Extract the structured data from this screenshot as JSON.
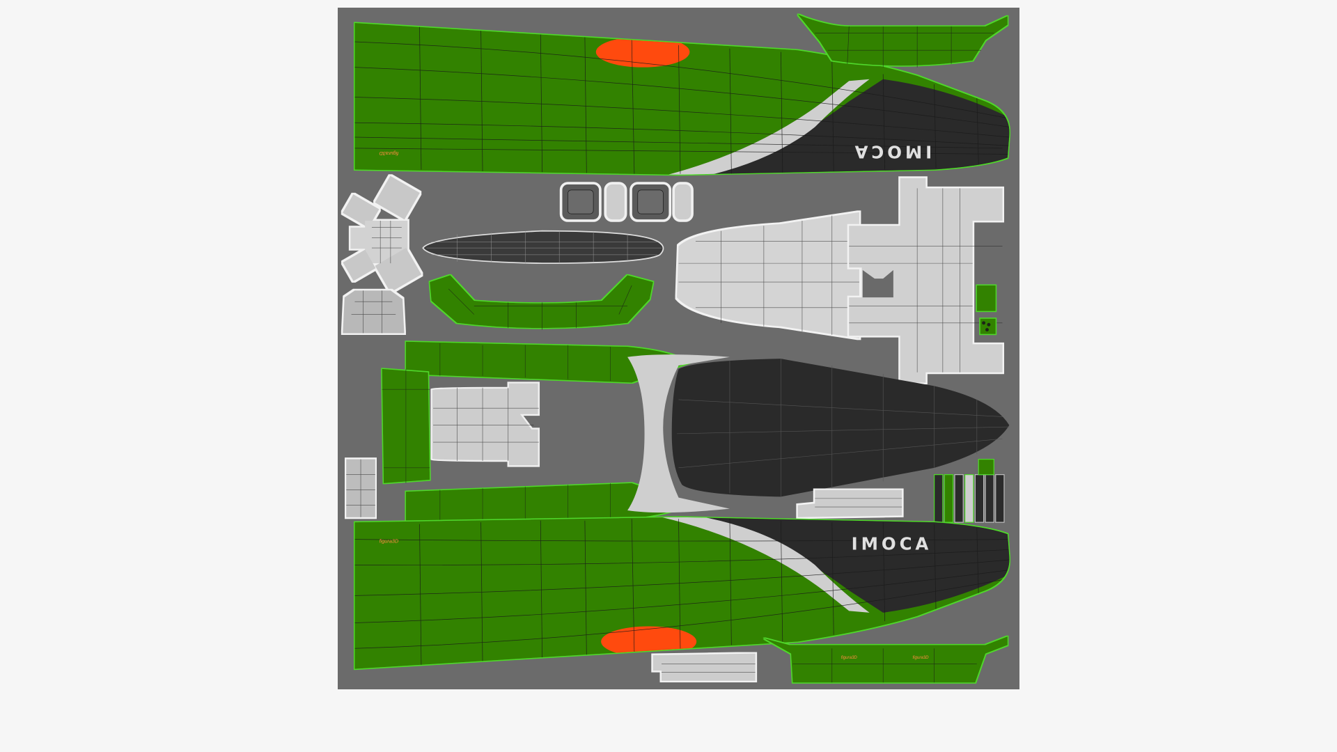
{
  "texture": {
    "background_color": "#6b6b6b",
    "hull_green": "#338200",
    "hull_dark": "#2a2a2a",
    "deck_white": "#d4d4d4",
    "accent_orange": "#ff4a0e",
    "outline_glow": "#4fd82a",
    "wire_color": "#1a1a1a"
  },
  "labels": {
    "brand_top": "IMOCA",
    "brand_bottom": "IMOCA",
    "sponsor_1": "figura3D",
    "sponsor_2": "figura3D",
    "sponsor_3": "figura3D",
    "sponsor_4": "figura3D"
  }
}
